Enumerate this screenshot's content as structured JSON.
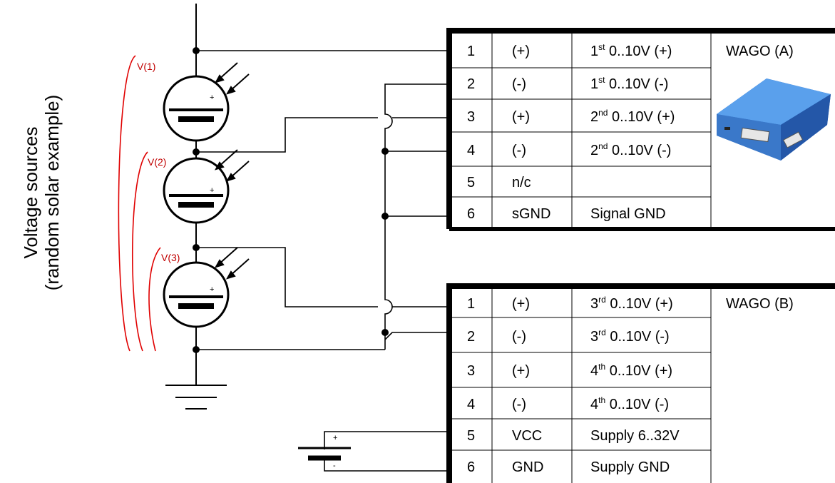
{
  "side_label": {
    "line1": "Voltage sources",
    "line2": "(random solar example)"
  },
  "sources": [
    {
      "label": "V(1)",
      "polarity": "+"
    },
    {
      "label": "V(2)",
      "polarity": "+"
    },
    {
      "label": "V(3)",
      "polarity": "+"
    }
  ],
  "supply_battery": {
    "plus": "+",
    "minus": "-"
  },
  "wago_a": {
    "title": "WAGO (A)",
    "rows": [
      {
        "pin": "1",
        "sig": "(+)",
        "desc_pre": "1",
        "desc_sup": "st",
        "desc_post": " 0..10V (+)"
      },
      {
        "pin": "2",
        "sig": "(-)",
        "desc_pre": "1",
        "desc_sup": "st",
        "desc_post": " 0..10V (-)"
      },
      {
        "pin": "3",
        "sig": "(+)",
        "desc_pre": "2",
        "desc_sup": "nd",
        "desc_post": " 0..10V (+)"
      },
      {
        "pin": "4",
        "sig": "(-)",
        "desc_pre": "2",
        "desc_sup": "nd",
        "desc_post": " 0..10V (-)"
      },
      {
        "pin": "5",
        "sig": "n/c",
        "desc_pre": "",
        "desc_sup": "",
        "desc_post": ""
      },
      {
        "pin": "6",
        "sig": "sGND",
        "desc_pre": "Signal GND",
        "desc_sup": "",
        "desc_post": ""
      }
    ]
  },
  "wago_b": {
    "title": "WAGO (B)",
    "rows": [
      {
        "pin": "1",
        "sig": "(+)",
        "desc_pre": "3",
        "desc_sup": "rd",
        "desc_post": " 0..10V (+)"
      },
      {
        "pin": "2",
        "sig": "(-)",
        "desc_pre": "3",
        "desc_sup": "rd",
        "desc_post": " 0..10V (-)"
      },
      {
        "pin": "3",
        "sig": "(+)",
        "desc_pre": "4",
        "desc_sup": "th",
        "desc_post": " 0..10V (+)"
      },
      {
        "pin": "4",
        "sig": "(-)",
        "desc_pre": "4",
        "desc_sup": "th",
        "desc_post": " 0..10V (-)"
      },
      {
        "pin": "5",
        "sig": "VCC",
        "desc_pre": "Supply 6..32V",
        "desc_sup": "",
        "desc_post": ""
      },
      {
        "pin": "6",
        "sig": "GND",
        "desc_pre": "Supply GND",
        "desc_sup": "",
        "desc_post": ""
      }
    ]
  },
  "colors": {
    "wire": "#000000",
    "bracket": "#e00000",
    "device_blue": "#3f7fd0"
  }
}
